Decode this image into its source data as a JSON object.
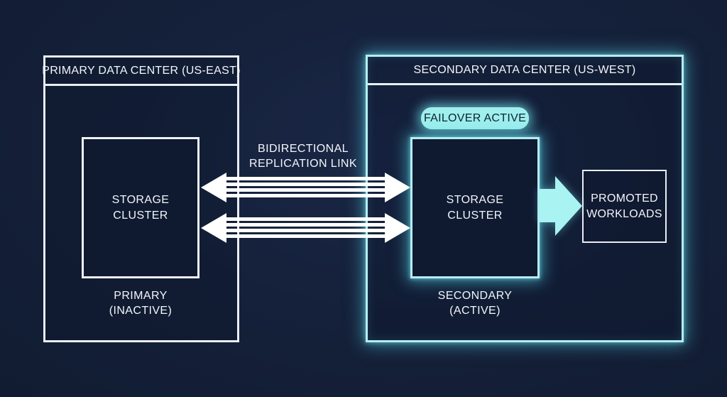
{
  "primary_dc": {
    "title": "PRIMARY DATA CENTER (US-EAST)",
    "cluster_lines": [
      "STORAGE",
      "CLUSTER"
    ],
    "status_lines": [
      "PRIMARY",
      "(INACTIVE)"
    ]
  },
  "secondary_dc": {
    "title": "SECONDARY DATA CENTER (US-WEST)",
    "badge_label": "FAILOVER ACTIVE",
    "cluster_lines": [
      "STORAGE",
      "CLUSTER"
    ],
    "status_lines": [
      "SECONDARY",
      "(ACTIVE)"
    ],
    "promoted_lines": [
      "PROMOTED",
      "WORKLOADS"
    ]
  },
  "replication": {
    "label_lines": [
      "BIDIRECTIONAL",
      "REPLICATION LINK"
    ]
  },
  "colors": {
    "background": "#15213a",
    "panel_fill": "#0f1a31",
    "white_border": "#e9edf4",
    "cyan_border": "#b5ecf2",
    "cyan_glow": "#52dcec",
    "badge_fill": "#9fefed",
    "badge_text": "#0e2233",
    "arrow_white": "#ffffff",
    "arrow_cyan": "#a9f3f3",
    "text": "#f3f6fa"
  }
}
